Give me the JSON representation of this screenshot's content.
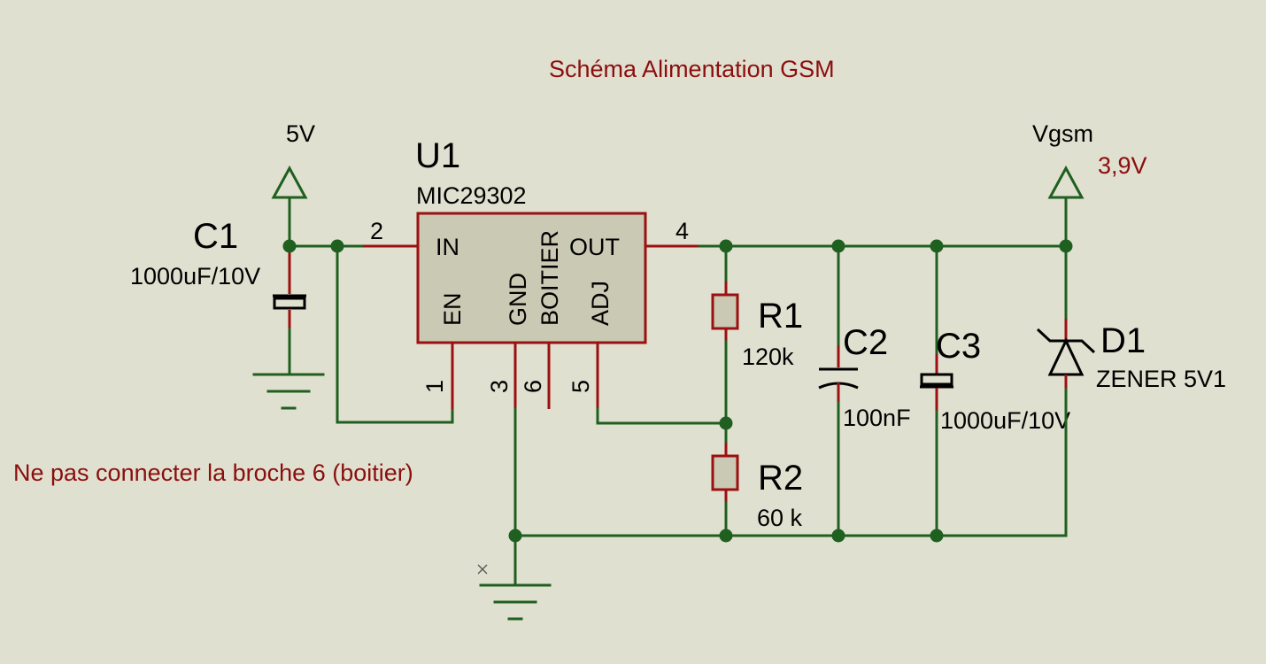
{
  "title": "Schéma Alimentation GSM",
  "note": "Ne pas connecter la broche 6 (boitier)",
  "colors": {
    "background": "#e0e0d0",
    "wire": "#1f5f1f",
    "pin": "#9b1010",
    "component_body": "#c9c9b4",
    "annotation": "#8b0e0e"
  },
  "power": {
    "in": {
      "label": "5V"
    },
    "out": {
      "label": "Vgsm",
      "voltage": "3,9V"
    }
  },
  "u1": {
    "ref": "U1",
    "part": "MIC29302",
    "pins": {
      "in": "IN",
      "out": "OUT",
      "en": "EN",
      "gnd": "GND",
      "boitier": "BOITIER",
      "adj": "ADJ"
    },
    "pin_numbers": {
      "in": "2",
      "out": "4",
      "en": "1",
      "gnd": "3",
      "boitier": "6",
      "adj": "5"
    }
  },
  "c1": {
    "ref": "C1",
    "value": "1000uF/10V"
  },
  "c2": {
    "ref": "C2",
    "value": "100nF"
  },
  "c3": {
    "ref": "C3",
    "value": "1000uF/10V"
  },
  "r1": {
    "ref": "R1",
    "value": "120k"
  },
  "r2": {
    "ref": "R2",
    "value": "60 k"
  },
  "d1": {
    "ref": "D1",
    "value": "ZENER 5V1"
  }
}
